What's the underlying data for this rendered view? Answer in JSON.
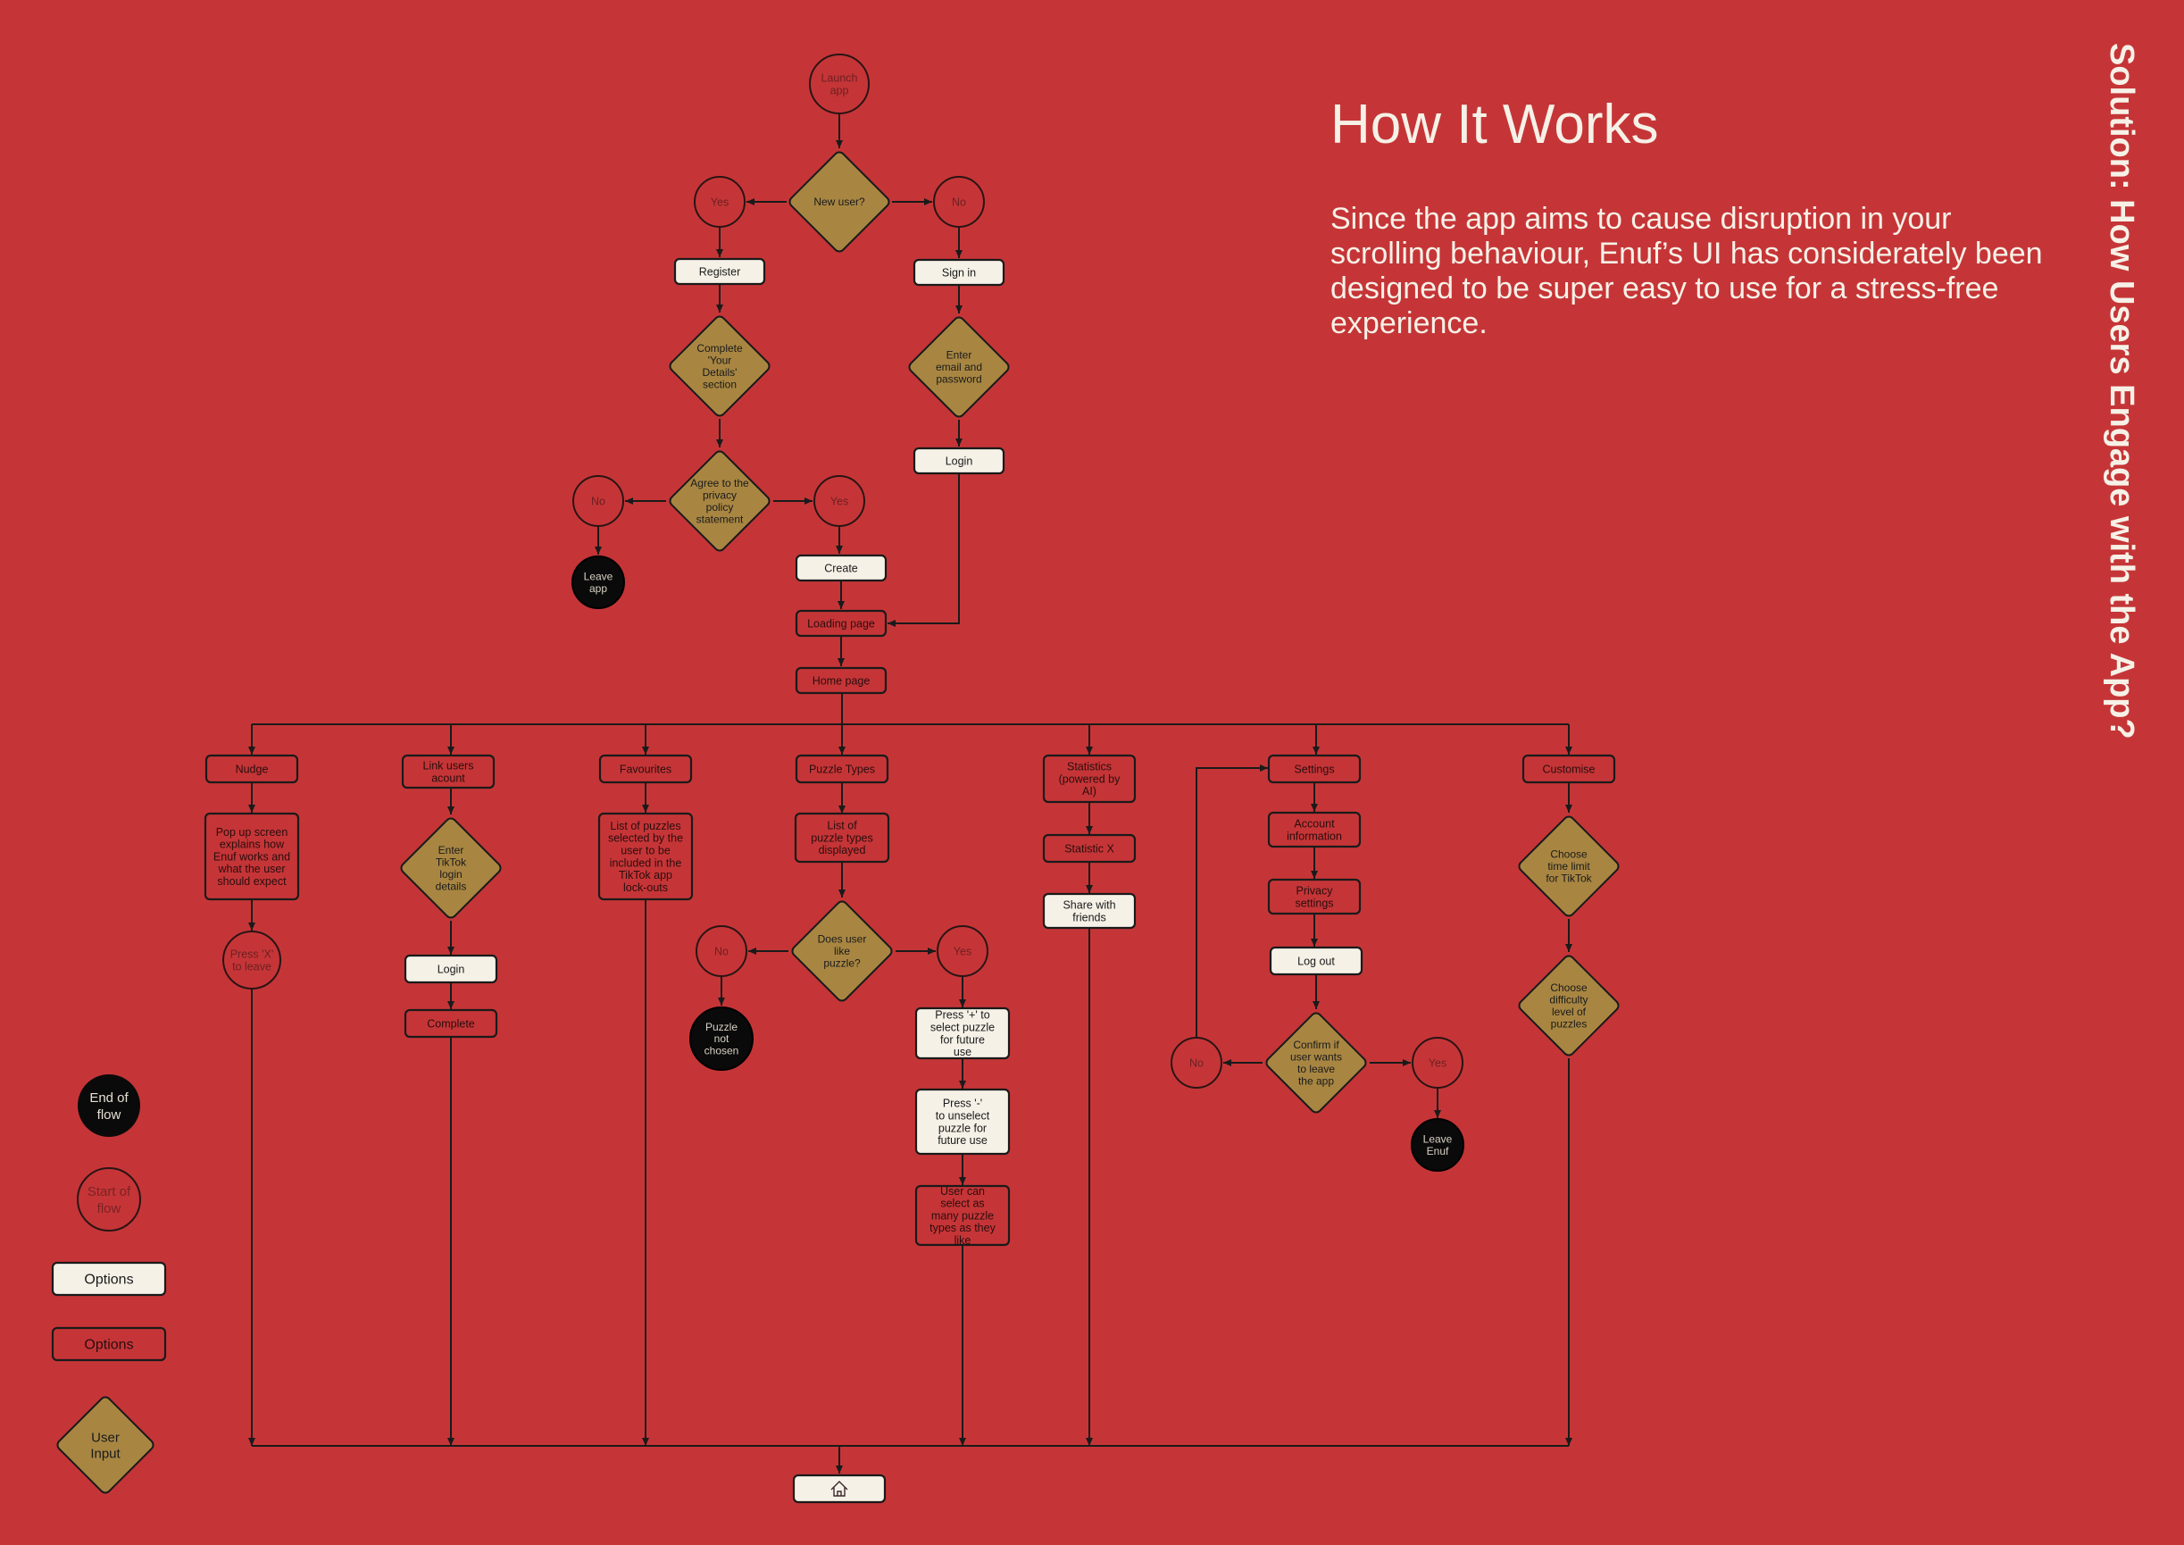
{
  "page": {
    "title": "How It Works",
    "description": "Since the app aims to cause disruption in your scrolling behaviour, Enuf’s UI has considerately been designed to be super easy to use for a stress-free experience.",
    "side_title": "Solution: How Users Engage with the App?"
  },
  "colors": {
    "background": "#c53537",
    "decision_fill": "#a88642",
    "option_fill": "#f6f1e7",
    "end_fill": "#0a0a0a",
    "line": "#1a1a1a",
    "text_light": "#f6f1e7"
  },
  "flow": {
    "launch": "Launch app",
    "new_user": "New user?",
    "yes": "Yes",
    "no": "No",
    "register": "Register",
    "sign_in": "Sign in",
    "complete_details": "Complete 'Your Details' section",
    "enter_email": "Enter email and password",
    "agree_privacy": "Agree to the privacy policy statement",
    "login": "Login",
    "leave_app": "Leave app",
    "create": "Create",
    "loading": "Loading page",
    "home": "Home page",
    "nudge": "Nudge",
    "nudge_popup": "Pop up screen explains how Enuf works and what the user should expect",
    "press_x": "Press 'X' to leave",
    "link_account": "Link users acount",
    "enter_tiktok": "Enter TikTok login details",
    "complete": "Complete",
    "favourites": "Favourites",
    "fav_list": "List of puzzles selected by the user to be included in the TikTok app lock-outs",
    "puzzle_types": "Puzzle Types",
    "puzzle_list": "List of puzzle types displayed",
    "does_like": "Does user like puzzle?",
    "puzzle_not_chosen": "Puzzle not chosen",
    "press_plus": "Press '+' to select puzzle for future use",
    "press_minus": "Press '-' to unselect puzzle for future use",
    "select_many": "User can select as many puzzle types as they like",
    "statistics": "Statistics (powered by AI)",
    "statistic_x": "Statistic X",
    "share": "Share with friends",
    "settings": "Settings",
    "account_info": "Account information",
    "privacy_settings": "Privacy settings",
    "log_out": "Log out",
    "confirm_leave": "Confirm if user wants to leave the app",
    "leave_enuf": "Leave Enuf",
    "customise": "Customise",
    "choose_time": "Choose time limit for TikTok",
    "choose_difficulty": "Choose difficulty level of puzzles",
    "home_icon": "home-icon"
  },
  "legend": {
    "end_of_flow": "End of flow",
    "start_of_flow": "Start of flow",
    "options_light": "Options",
    "options_red": "Options",
    "user_input": "User Input"
  }
}
